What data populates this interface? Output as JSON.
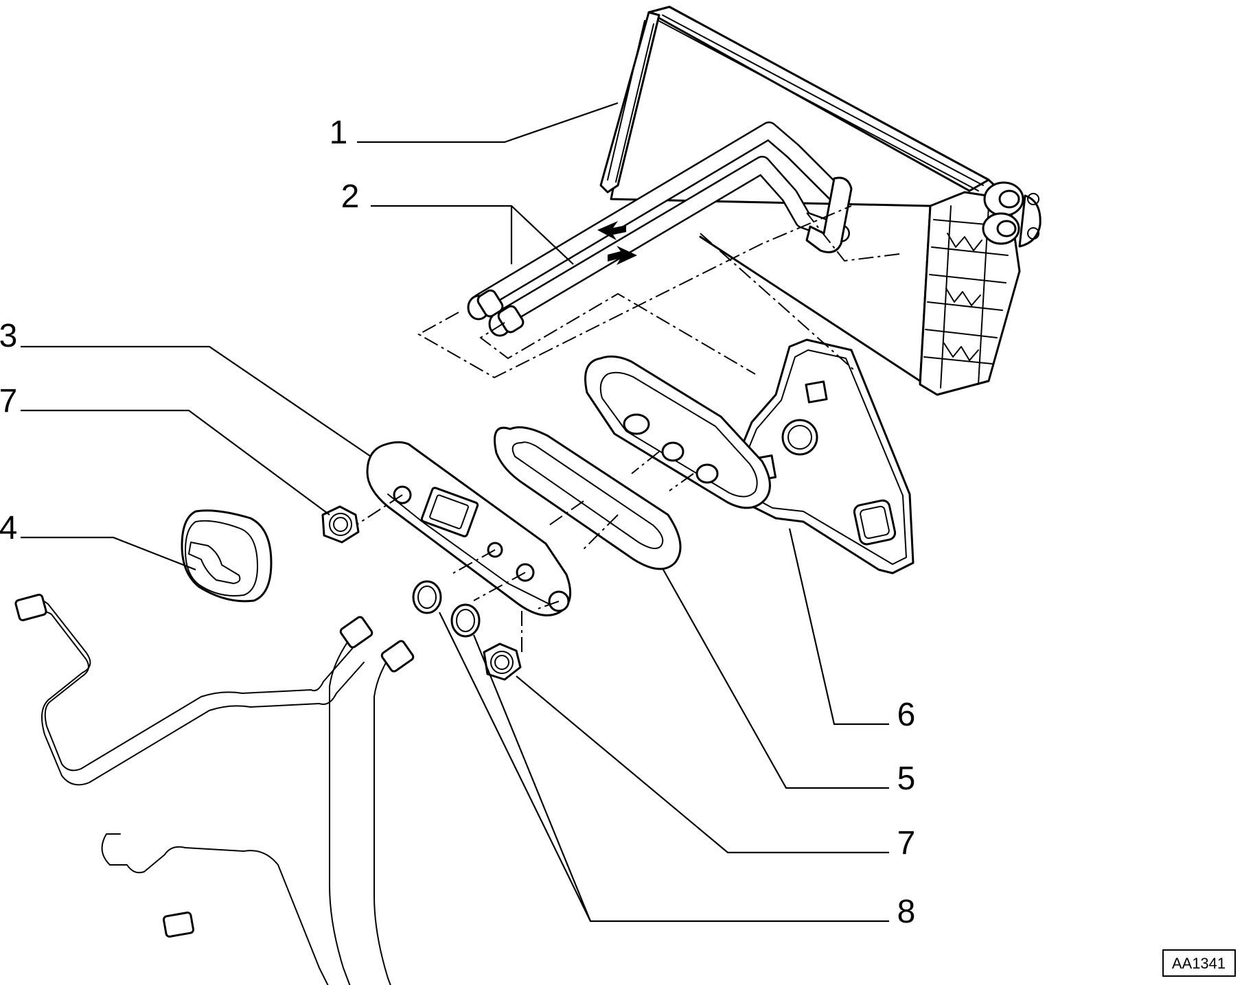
{
  "diagram": {
    "callouts": {
      "c1": "1",
      "c2": "2",
      "c3": "3",
      "c7a": "7",
      "c4": "4",
      "c6": "6",
      "c5": "5",
      "c7b": "7",
      "c8": "8"
    },
    "reference_code": "AA1341"
  }
}
